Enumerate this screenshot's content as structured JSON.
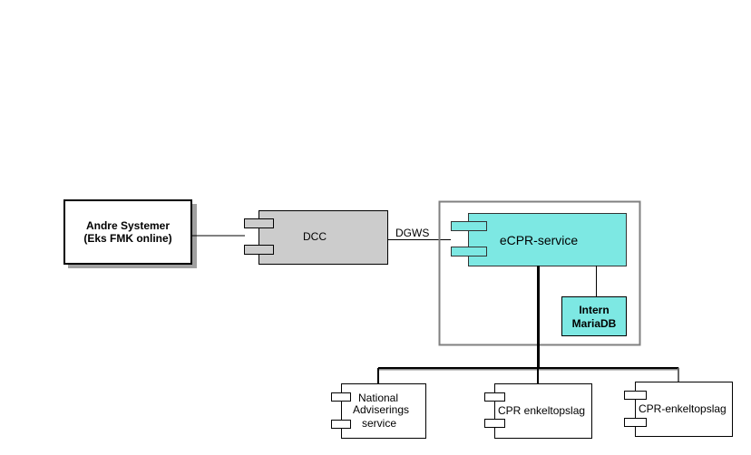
{
  "diagram": {
    "type": "component-diagram",
    "colors": {
      "dcc_fill": "#cccccc",
      "ecpr_fill": "#7de8e3",
      "db_fill": "#7de8e3",
      "shadow": "#a0a0a0",
      "container_border": "#808080"
    },
    "nodes": {
      "andre_systemer": {
        "line1": "Andre Systemer",
        "line2": "(Eks FMK online)"
      },
      "dcc": {
        "label": "DCC"
      },
      "ecpr_service": {
        "label": "eCPR-service"
      },
      "intern_db": {
        "line1": "Intern",
        "line2": "MariaDB"
      },
      "national_adviserings": {
        "line1": "National",
        "line2": "Adviserings",
        "line3": "service"
      },
      "cpr_enkeltopslag_1": {
        "label": "CPR enkeltopslag"
      },
      "cpr_enkeltopslag_2": {
        "label": "CPR-enkeltopslag"
      }
    },
    "edges": {
      "dcc_to_ecpr": {
        "label": "DGWS"
      }
    }
  }
}
